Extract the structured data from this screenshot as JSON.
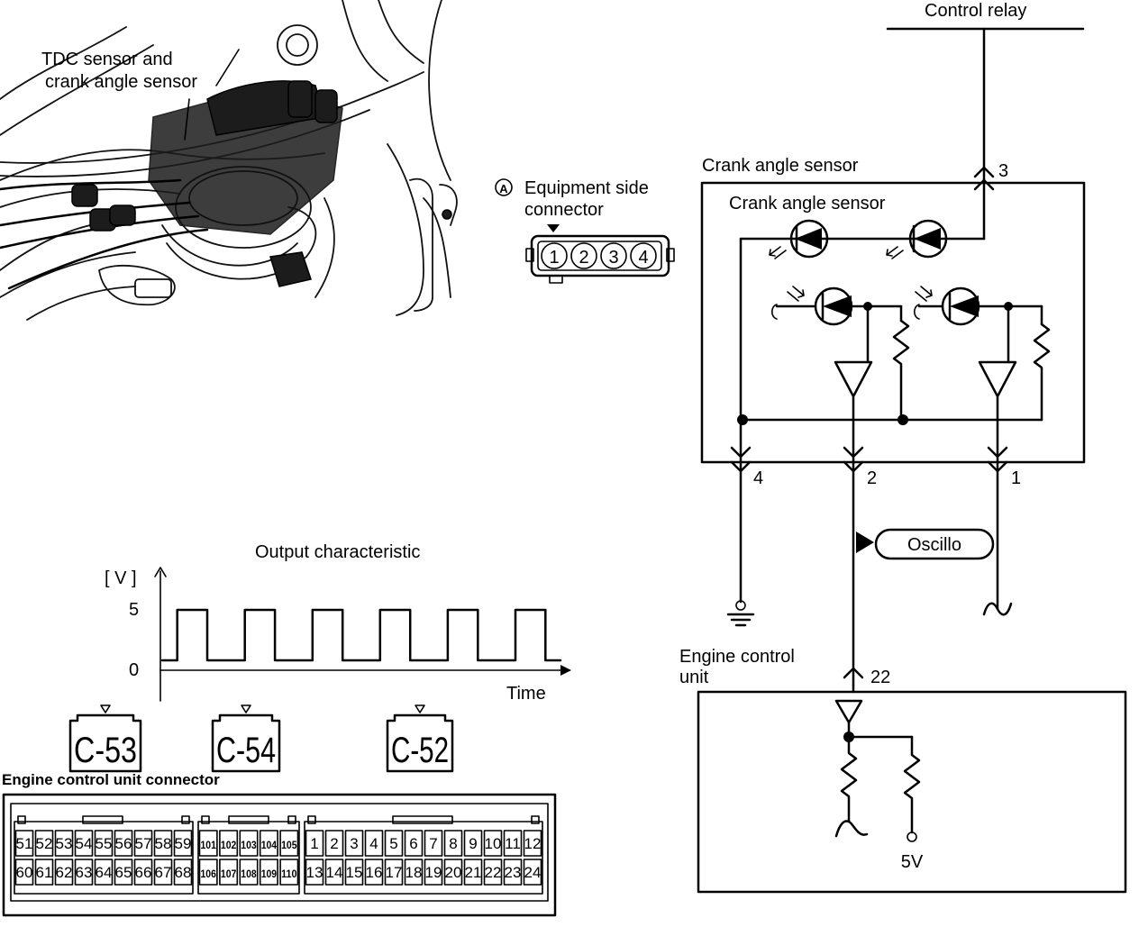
{
  "photo": {
    "label_line1": "TDC sensor and",
    "label_line2": "crank angle sensor"
  },
  "equipment_connector": {
    "marker": "A",
    "label_line1": "Equipment side",
    "label_line2": "connector",
    "pins": [
      "1",
      "2",
      "3",
      "4"
    ]
  },
  "circuit": {
    "control_relay": "Control relay",
    "outer_label": "Crank angle sensor",
    "inner_label": "Crank angle sensor",
    "pin_3": "3",
    "pin_4": "4",
    "pin_2": "2",
    "pin_1": "1",
    "oscillo": "Oscillo",
    "ecu_label_line1": "Engine control",
    "ecu_label_line2": "unit",
    "pin_22": "22",
    "supply": "5V"
  },
  "output_chart": {
    "title": "Output characteristic",
    "y_unit": "[ V ]",
    "y_ticks": [
      "5",
      "0"
    ],
    "x_label": "Time"
  },
  "chart_data": {
    "type": "line",
    "title": "Output characteristic",
    "xlabel": "Time",
    "ylabel": "[ V ]",
    "waveform": "square",
    "y_levels": [
      0,
      5
    ],
    "high_pulses": 6,
    "series": [
      {
        "x": [
          0,
          1,
          1,
          3,
          3,
          5.5,
          5.5,
          7.5,
          7.5,
          10,
          10,
          12,
          12,
          14.5,
          14.5,
          16.5,
          16.5,
          19,
          19,
          21,
          21,
          23.5,
          23.5,
          25.5,
          25.5,
          26.5
        ],
        "y": [
          0,
          0,
          5,
          5,
          0,
          0,
          5,
          5,
          0,
          0,
          5,
          5,
          0,
          0,
          5,
          5,
          0,
          0,
          5,
          5,
          0,
          0,
          5,
          5,
          0,
          0
        ]
      }
    ]
  },
  "ecu_connectors": {
    "title": "Engine control unit connector",
    "codes": [
      "C-53",
      "C-54",
      "C-52"
    ],
    "c53_top": [
      "51",
      "52",
      "53",
      "54",
      "55",
      "56",
      "57",
      "58",
      "59"
    ],
    "c53_bottom": [
      "60",
      "61",
      "62",
      "63",
      "64",
      "65",
      "66",
      "67",
      "68"
    ],
    "c54_top": [
      "101",
      "102",
      "103",
      "104",
      "105"
    ],
    "c54_bottom": [
      "106",
      "107",
      "108",
      "109",
      "110"
    ],
    "c52_top": [
      "1",
      "2",
      "3",
      "4",
      "5",
      "6",
      "7",
      "8",
      "9",
      "10",
      "11",
      "12"
    ],
    "c52_bottom": [
      "13",
      "14",
      "15",
      "16",
      "17",
      "18",
      "19",
      "20",
      "21",
      "22",
      "23",
      "24"
    ]
  }
}
